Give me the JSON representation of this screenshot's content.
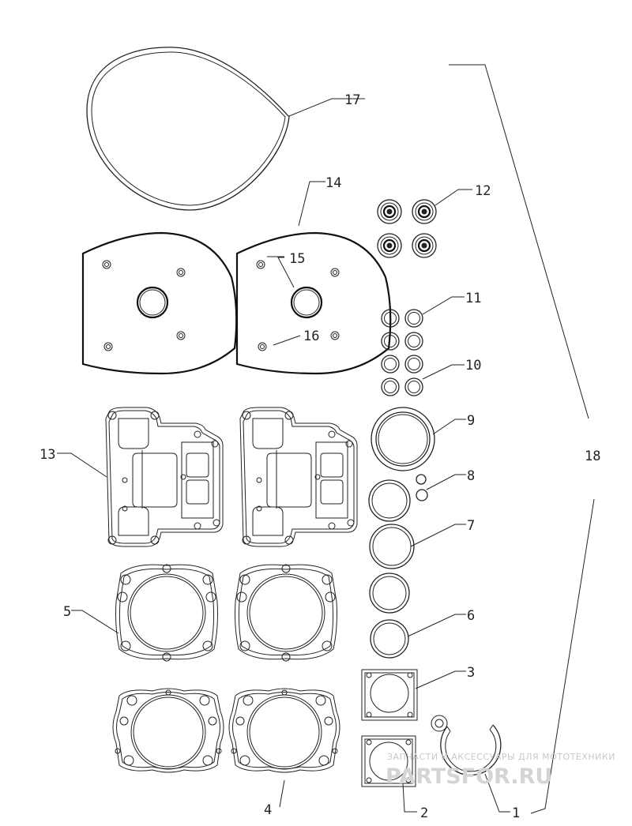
{
  "diagram": {
    "callouts": [
      {
        "id": "17",
        "text": "17"
      },
      {
        "id": "14",
        "text": "14"
      },
      {
        "id": "12",
        "text": "12"
      },
      {
        "id": "15",
        "text": "15"
      },
      {
        "id": "11",
        "text": "11"
      },
      {
        "id": "16",
        "text": "16"
      },
      {
        "id": "10",
        "text": "10"
      },
      {
        "id": "9",
        "text": "9"
      },
      {
        "id": "13",
        "text": "13"
      },
      {
        "id": "8",
        "text": "8"
      },
      {
        "id": "18",
        "text": "18"
      },
      {
        "id": "7",
        "text": "7"
      },
      {
        "id": "5",
        "text": "5"
      },
      {
        "id": "6",
        "text": "6"
      },
      {
        "id": "3",
        "text": "3"
      },
      {
        "id": "4",
        "text": "4"
      },
      {
        "id": "2",
        "text": "2"
      },
      {
        "id": "1",
        "text": "1"
      }
    ],
    "watermark": {
      "line1": "ЗАПЧАСТИ И АКСЕССУАРЫ ДЛЯ МОТОТЕХНИКИ",
      "line2": "PARTSFOR.RU"
    }
  }
}
